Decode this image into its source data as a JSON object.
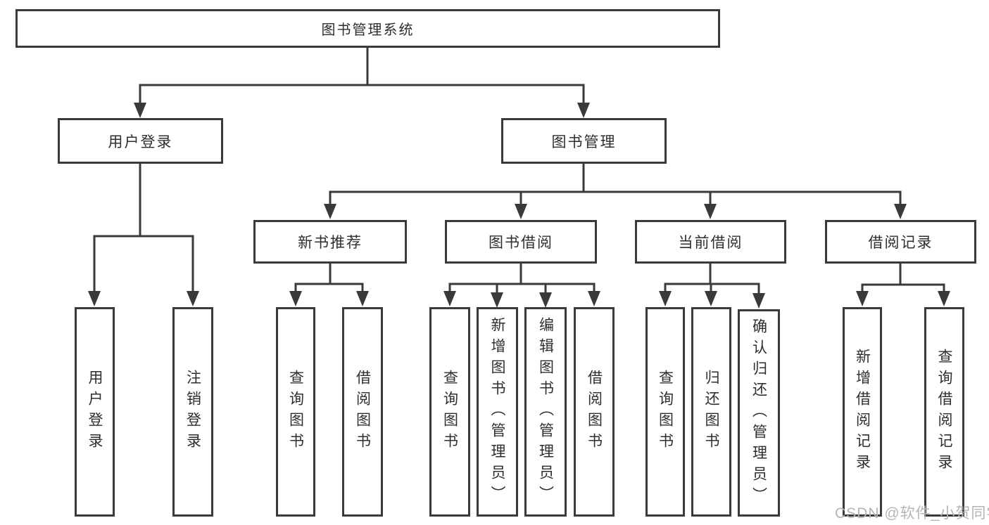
{
  "tree": {
    "root": {
      "label": "图书管理系统"
    },
    "branches": [
      {
        "label": "用户登录",
        "children": [
          {
            "label": "用户登录"
          },
          {
            "label": "注销登录"
          }
        ]
      },
      {
        "label": "图书管理",
        "children": [
          {
            "label": "新书推荐",
            "children": [
              {
                "label": "查询图书"
              },
              {
                "label": "借阅图书"
              }
            ]
          },
          {
            "label": "图书借阅",
            "children": [
              {
                "label": "查询图书"
              },
              {
                "label": "新增图书（管理员）"
              },
              {
                "label": "编辑图书（管理员）"
              },
              {
                "label": "借阅图书"
              }
            ]
          },
          {
            "label": "当前借阅",
            "children": [
              {
                "label": "查询图书"
              },
              {
                "label": "归还图书"
              },
              {
                "label": "确认归还（管理员）"
              }
            ]
          },
          {
            "label": "借阅记录",
            "children": [
              {
                "label": "新增借阅记录"
              },
              {
                "label": "查询借阅记录"
              }
            ]
          }
        ]
      }
    ]
  },
  "watermark": {
    "text": "CSDN @软件_小贺同学",
    "color": "#b8b3b3"
  },
  "colors": {
    "line": "#3a3a3c",
    "text": "#2e2e31",
    "background": "#ffffff"
  }
}
